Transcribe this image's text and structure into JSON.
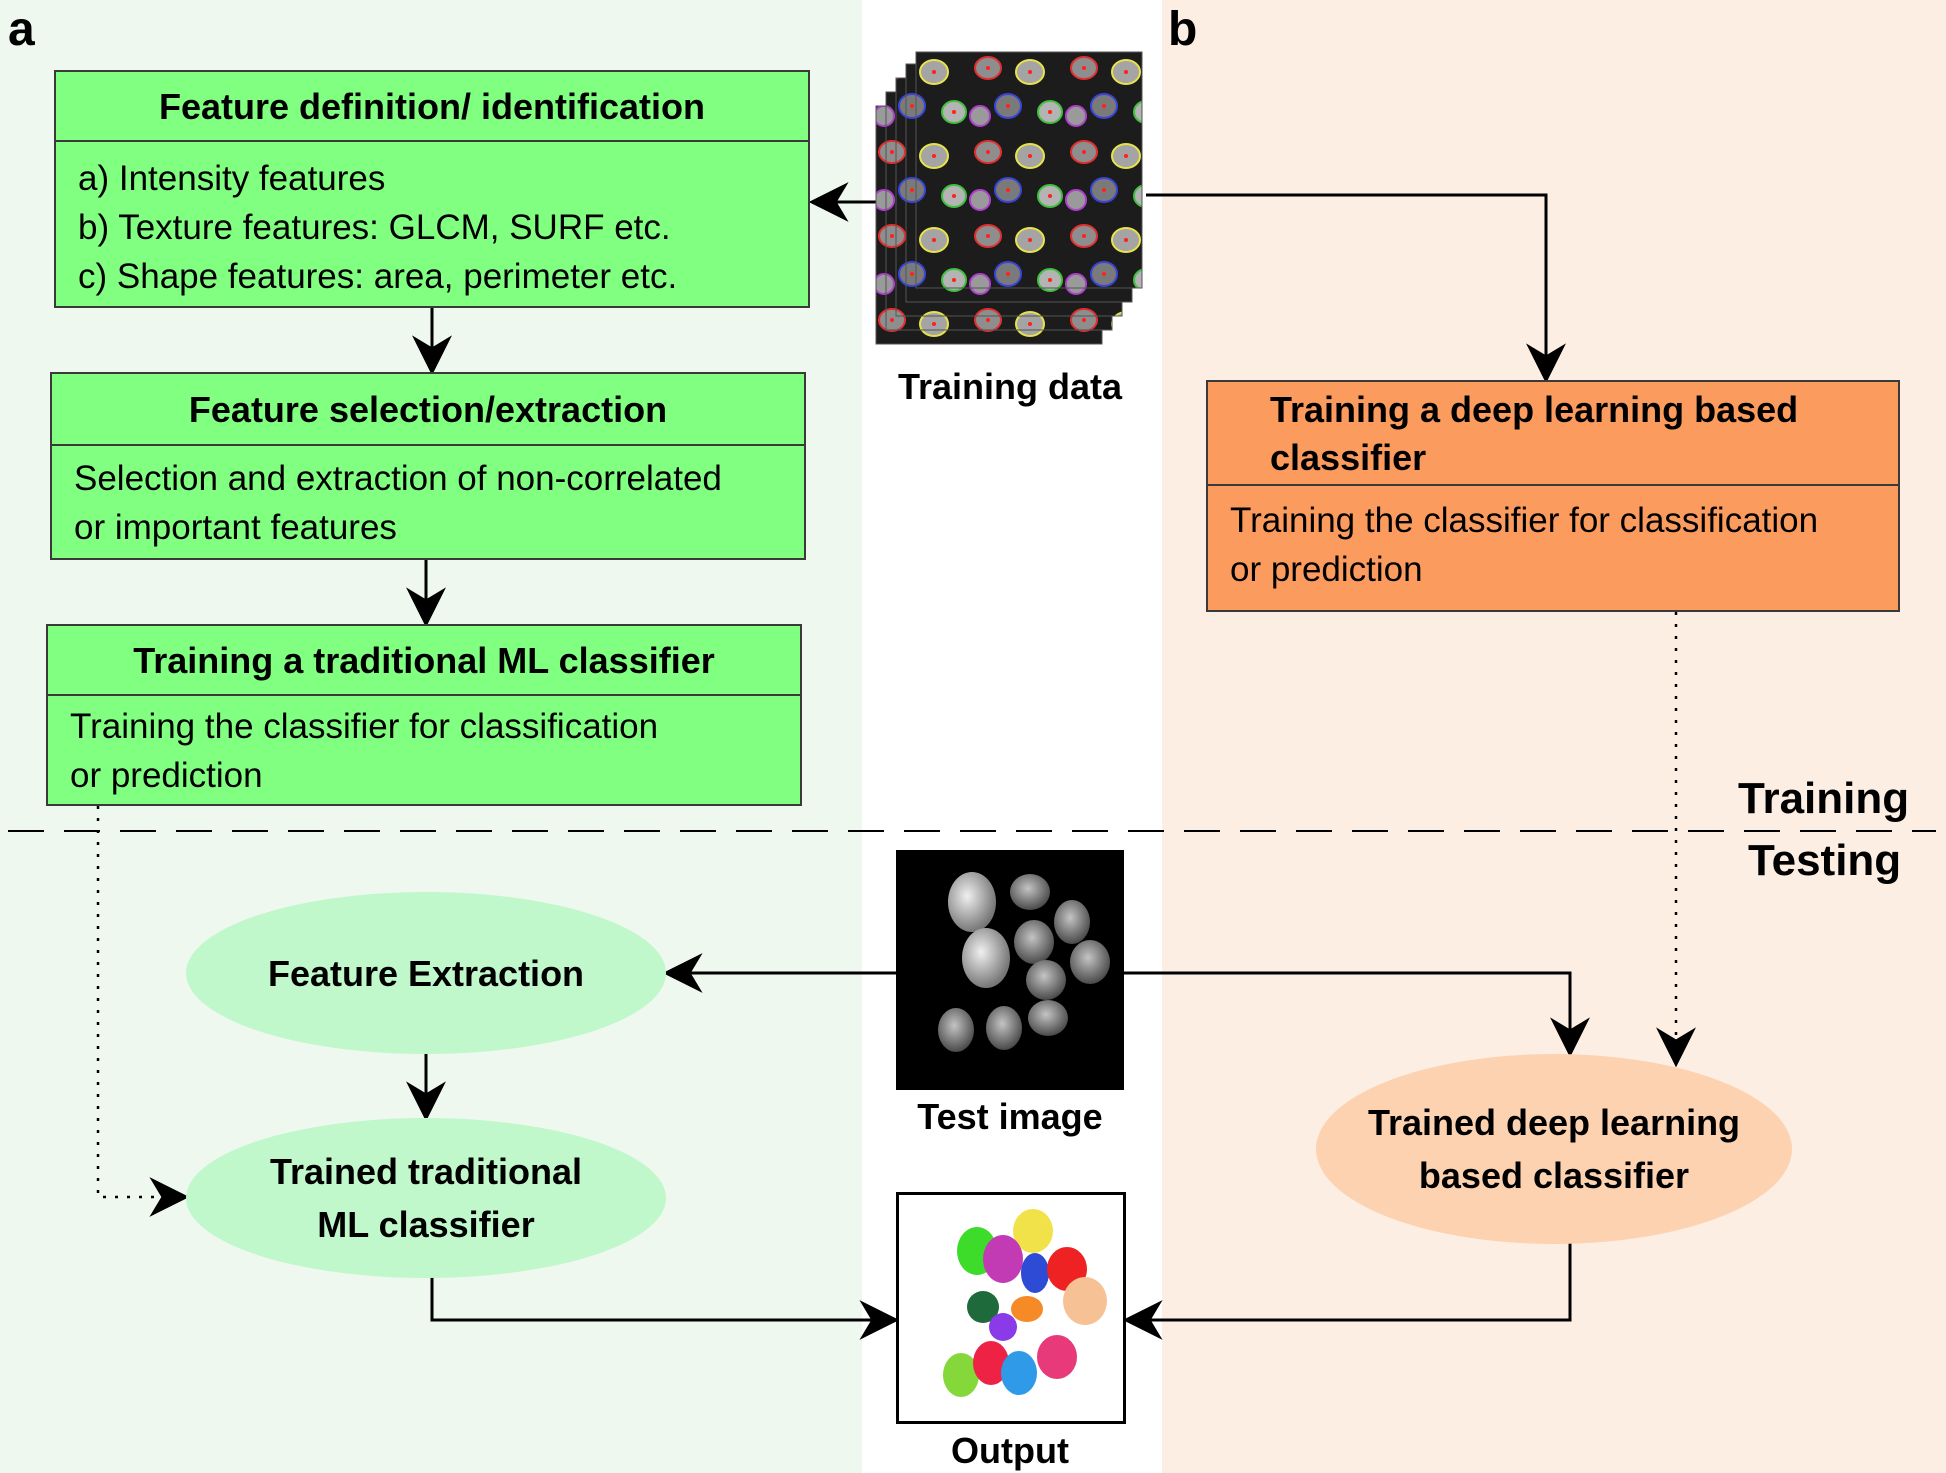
{
  "panels": {
    "a": "a",
    "b": "b"
  },
  "phases": {
    "training": "Training",
    "testing": "Testing"
  },
  "boxes": {
    "feature_definition": {
      "title": "Feature definition/ identification",
      "lines": [
        "a) Intensity features",
        "b) Texture features: GLCM, SURF etc.",
        "c) Shape features: area, perimeter etc."
      ]
    },
    "feature_selection": {
      "title": "Feature selection/extraction",
      "lines": [
        "Selection and extraction of non-correlated",
        "or important features"
      ]
    },
    "training_traditional": {
      "title": "Training a traditional ML classifier",
      "lines": [
        "Training the classifier for classification",
        "or prediction"
      ]
    },
    "training_deep": {
      "title_lines": [
        "Training a deep learning based",
        "classifier"
      ],
      "lines": [
        "Training the classifier for classification",
        "or prediction"
      ]
    }
  },
  "ellipses": {
    "feature_extraction": "Feature Extraction",
    "trained_traditional": [
      "Trained traditional",
      "ML classifier"
    ],
    "trained_deep": [
      "Trained deep learning",
      "based classifier"
    ]
  },
  "images": {
    "training_data": "Training data",
    "test_image": "Test image",
    "output": "Output"
  },
  "colors": {
    "panel_a_bg": "#eef8ef",
    "panel_b_bg": "#fdeee3",
    "box_green": "#80ff80",
    "box_orange": "#fb9b5d",
    "ellipse_green": "#c0f8cc",
    "ellipse_orange": "#fdd2b0"
  }
}
